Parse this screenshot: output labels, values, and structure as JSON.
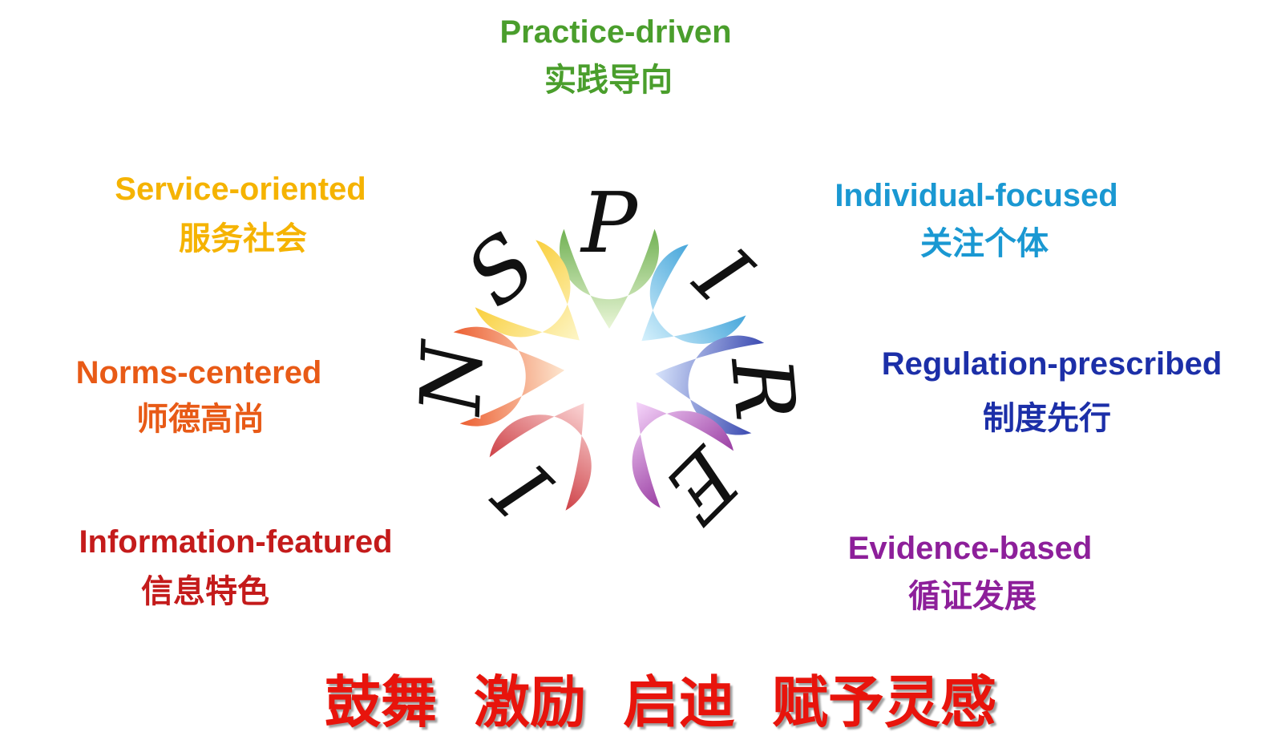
{
  "petals": [
    {
      "id": "practice",
      "letter": "P",
      "en": "Practice-driven",
      "zh": "实践导向",
      "color": "#4a9e2c",
      "gradient": [
        "#4f9e2e",
        "#eaf6d8"
      ]
    },
    {
      "id": "individual",
      "letter": "I",
      "en": "Individual-focused",
      "zh": "关注个体",
      "color": "#1a98d2",
      "gradient": [
        "#1b8fd0",
        "#d6f1fc"
      ]
    },
    {
      "id": "regulation",
      "letter": "R",
      "en": "Regulation-prescribed",
      "zh": "制度先行",
      "color": "#1c2fa8",
      "gradient": [
        "#13239e",
        "#d7e3fb"
      ]
    },
    {
      "id": "evidence",
      "letter": "E",
      "en": "Evidence-based",
      "zh": "循证发展",
      "color": "#8d1f9a",
      "gradient": [
        "#7e0f88",
        "#f6d6fb"
      ]
    },
    {
      "id": "information",
      "letter": "I",
      "en": "Information-featured",
      "zh": "信息特色",
      "color": "#c41b1b",
      "gradient": [
        "#c0141c",
        "#fbd6d6"
      ]
    },
    {
      "id": "norms",
      "letter": "N",
      "en": "Norms-centered",
      "zh": "师德高尚",
      "color": "#e85a16",
      "gradient": [
        "#e8400e",
        "#fde6cf"
      ]
    },
    {
      "id": "service",
      "letter": "S",
      "en": "Service-oriented",
      "zh": "服务社会",
      "color": "#f5b301",
      "gradient": [
        "#f8c416",
        "#fdf6c8"
      ]
    }
  ],
  "motto": [
    "鼓舞",
    "激励",
    "启迪",
    "赋予灵感"
  ]
}
